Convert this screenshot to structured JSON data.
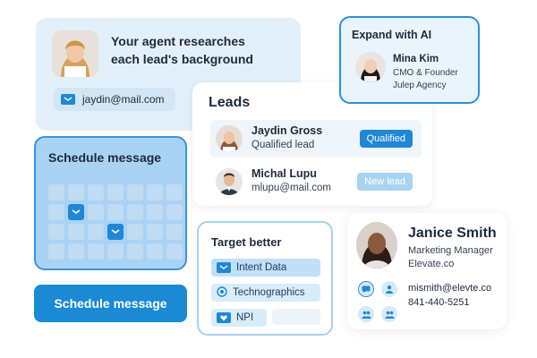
{
  "agent_card": {
    "headline": "Your agent researches each lead's background",
    "email": "jaydin@mail.com"
  },
  "leads": {
    "title": "Leads",
    "items": [
      {
        "name": "Jaydin Gross",
        "detail": "Qualified lead",
        "status": "Qualified"
      },
      {
        "name": "Michal Lupu",
        "detail": "mlupu@mail.com",
        "status": "New lead"
      }
    ]
  },
  "expand": {
    "title": "Expand with AI",
    "person": {
      "name": "Mina Kim",
      "role": "CMO & Founder",
      "org": "Julep Agency"
    }
  },
  "schedule": {
    "panel_title": "Schedule message",
    "button_label": "Schedule message"
  },
  "target": {
    "title": "Target better",
    "options": [
      "Intent Data",
      "Technographics",
      "NPI"
    ]
  },
  "contact": {
    "name": "Janice Smith",
    "role": "Marketing Manager",
    "org": "Elevate.co",
    "email": "mismith@elevte.co",
    "phone": "841-440-5251"
  },
  "colors": {
    "accent": "#1e88d6",
    "accent_light": "#a9d3f5",
    "panel_bg": "#e3f0fa"
  },
  "icons": [
    "mail-icon",
    "chat-icon",
    "person-icon",
    "group-icon",
    "globe-icon",
    "heart-icon"
  ]
}
